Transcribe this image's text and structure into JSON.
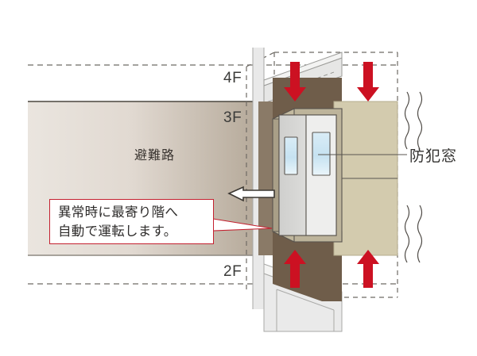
{
  "diagram": {
    "title": "elevator-emergency-operation-diagram",
    "floors": [
      {
        "id": "floor-4",
        "label": "4F"
      },
      {
        "id": "floor-3",
        "label": "3F"
      },
      {
        "id": "floor-2",
        "label": "2F"
      }
    ],
    "corridor": {
      "label": "避難路"
    },
    "callout": {
      "line1": "異常時に最寄り階へ",
      "line2": "自動で運転します。",
      "border_color": "#c4202f"
    },
    "security_window": {
      "label": "防犯窓"
    },
    "arrows": {
      "down": [
        {
          "name": "down-arrow-left"
        },
        {
          "name": "down-arrow-right"
        }
      ],
      "up": [
        {
          "name": "up-arrow-left"
        },
        {
          "name": "up-arrow-right"
        }
      ],
      "evacuation": {
        "name": "evacuation-direction-arrow"
      },
      "color": "#cc1122"
    },
    "colors": {
      "corridor_light": "#e9e4de",
      "corridor_dark": "#b9ada0",
      "shaft_brown": "#6f5d4a",
      "shaft_brown_light": "#8a7a67",
      "panel_beige": "#d3cbae",
      "wall_gray": "#e2e2e2",
      "wall_gray_light": "#efefef",
      "door_glass": "#cfe6f2",
      "accent_red": "#cc1122",
      "outline": "#5a554f"
    },
    "vibration_marks": [
      {
        "name": "vibration-mark-upper"
      },
      {
        "name": "vibration-mark-lower"
      }
    ]
  }
}
